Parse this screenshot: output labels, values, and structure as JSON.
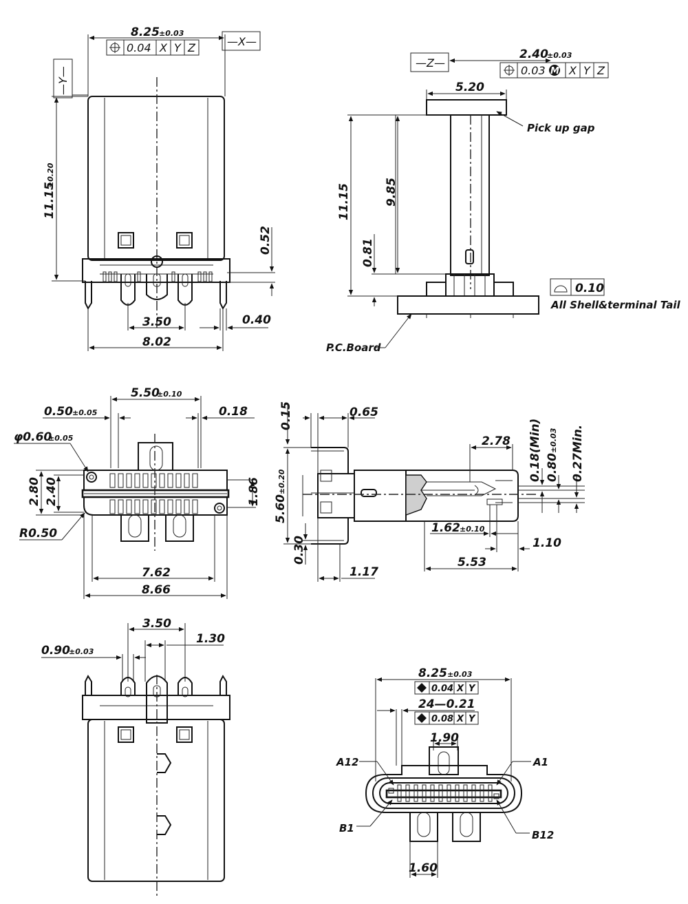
{
  "top_left_view": {
    "width_dim": "8.25",
    "width_tol": "±0.03",
    "fcf": {
      "tolerance": "0.04",
      "datum_1": "X",
      "datum_2": "Y",
      "datum_3": "Z"
    },
    "datum_x": "—X—",
    "datum_y": "—Y—",
    "height_dim": "11.15",
    "height_tol": "±0.20",
    "tail_dim": "0.52",
    "pitch_dim": "3.50",
    "pin_dim": "0.40",
    "tail_span_dim": "8.02"
  },
  "top_right_view": {
    "datum_z": "—Z—",
    "width_dim": "2.40",
    "width_tol": "±0.03",
    "fcf": {
      "tolerance": "0.03",
      "modifier": "M",
      "datum_1": "X",
      "datum_2": "Y",
      "datum_3": "Z"
    },
    "top_width": "5.20",
    "pick_up_gap": "Pick up gap",
    "height_total": "11.15",
    "height_body": "9.85",
    "height_stand": "0.81",
    "profile_tol": "0.10",
    "profile_note": "All Shell&terminal Tail",
    "pcb_label": "P.C.Board"
  },
  "mid_left_view": {
    "top_dim": "5.50",
    "top_tol": "±0.10",
    "left_dim": "0.50",
    "left_tol": "±0.05",
    "right_dim": "0.18",
    "hole_dim": "φ0.60",
    "hole_tol": "±0.05",
    "h_outer": "2.80",
    "h_inner": "2.40",
    "h_right": "1.86",
    "radius": "R0.50",
    "w_inner": "7.62",
    "w_outer": "8.66"
  },
  "mid_right_view": {
    "d_015": "0.15",
    "d_065": "0.65",
    "d_278": "2.78",
    "d_018": "0.18(Min)",
    "d_080": "0.80",
    "d_080_tol": "±0.03",
    "d_027": "0.27Min.",
    "d_560": "5.60",
    "d_560_tol": "±0.20",
    "d_162": "1.62",
    "d_162_tol": "±0.10",
    "d_110": "1.10",
    "d_030": "0.30",
    "d_117": "1.17",
    "d_553": "5.53"
  },
  "bottom_left_view": {
    "pitch_dim": "3.50",
    "pin_dim": "1.30",
    "width_dim": "0.90",
    "width_tol": "±0.03"
  },
  "bottom_right_view": {
    "width_dim": "8.25",
    "width_tol": "±0.03",
    "fcf1": {
      "tolerance": "0.04",
      "datum_1": "X",
      "datum_2": "Y"
    },
    "pin_dim": "24—0.21",
    "fcf2": {
      "tolerance": "0.08",
      "datum_1": "X",
      "datum_2": "Y"
    },
    "center_dim": "1.90",
    "bottom_dim": "1.60",
    "pin_a12": "A12",
    "pin_a1": "A1",
    "pin_b1": "B1",
    "pin_b12": "B12"
  }
}
